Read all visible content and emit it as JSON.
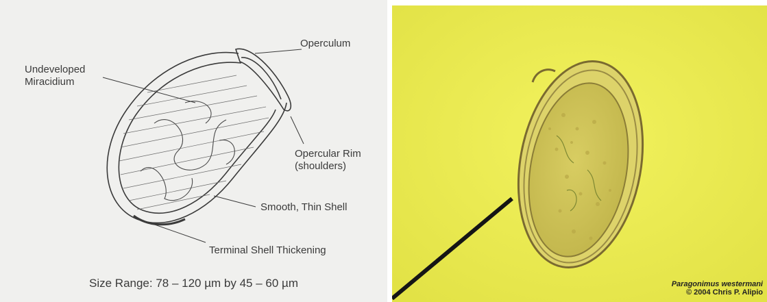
{
  "diagram": {
    "labels": {
      "operculum": "Operculum",
      "miracidium_line1": "Undeveloped",
      "miracidium_line2": "Miracidium",
      "opercular_rim_line1": "Opercular Rim",
      "opercular_rim_line2": "(shoulders)",
      "shell": "Smooth, Thin Shell",
      "thickening": "Terminal Shell Thickening"
    },
    "caption": "Size Range: 78 – 120 µm by 45 – 60 µm"
  },
  "micrograph": {
    "species": "Paragonimus westermani",
    "copyright": "© 2004 Chris P. Alipio",
    "colors": {
      "background": "#ecec52",
      "egg_shell": "#8c7a3a",
      "egg_interior": "#cfc45a"
    }
  }
}
